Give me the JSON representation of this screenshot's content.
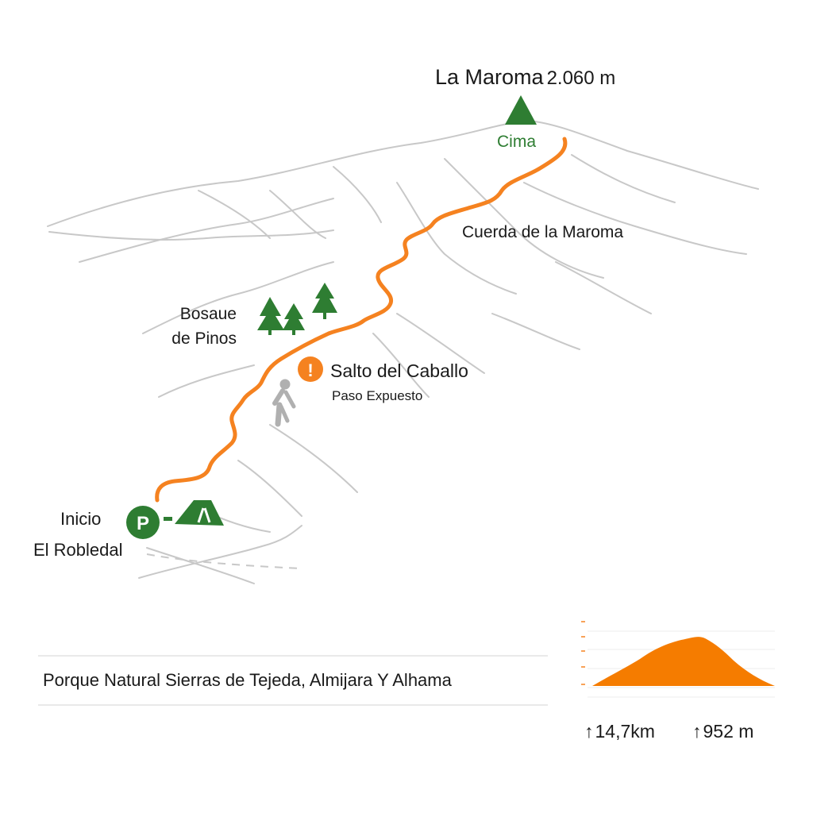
{
  "summit": {
    "name": "La Maroma",
    "elevation": "2.060 m",
    "marker_label": "Cima"
  },
  "route_labels": {
    "ridge": "Cuerda de la Maroma",
    "forest_line1": "Bosaue",
    "forest_line2": "de Pinos",
    "hazard_title": "Salto del Caballo",
    "hazard_subtitle": "Paso Expuesto",
    "hazard_icon_text": "!"
  },
  "start": {
    "title": "Inicio",
    "place": "El Robledal",
    "parking_letter": "P"
  },
  "park_name": "Porque Natural Sierras de Tejeda, Almijara Y Alhama",
  "stats": {
    "arrow": "↑",
    "distance": "14,7km",
    "elevation_gain": "952 m"
  },
  "elevation_profile": {
    "shape": "single-peak",
    "fill_color": "#f57c00"
  },
  "colors": {
    "route": "#f58220",
    "forest": "#2e7d32",
    "relief": "#c8c8c8",
    "hazard": "#f58220",
    "text": "#1a1a1a"
  },
  "icons": [
    "summit-triangle-icon",
    "pine-tree-icon",
    "warning-icon",
    "hiker-figure-icon",
    "parking-icon",
    "tent-icon"
  ]
}
